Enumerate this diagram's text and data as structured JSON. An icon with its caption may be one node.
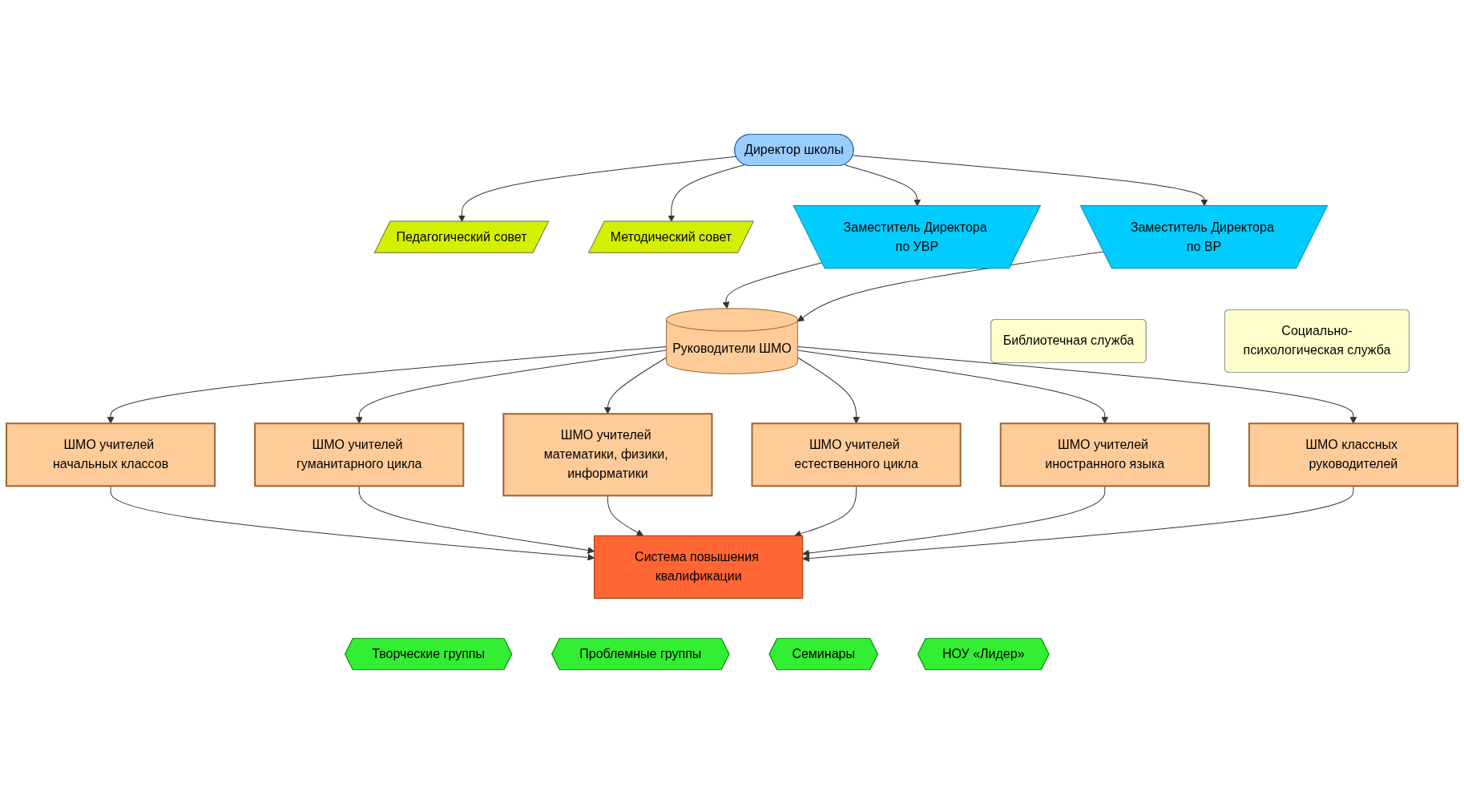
{
  "diagram": {
    "nodes": [
      {
        "text": [
          "Педагогический совет"
        ]
      },
      {
        "text": [
          "Директор школы"
        ]
      },
      {
        "text": [
          "Методический совет"
        ]
      },
      {
        "text": [
          "Библиотечная служба"
        ]
      },
      {
        "text": [
          "Заместитель Директора по УВР"
        ]
      },
      {
        "text": [
          "Руководители ШМО"
        ]
      },
      {
        "text": [
          "Заместитель Директора по ВР"
        ]
      },
      {
        "text": [
          "Социально-психологическая служба"
        ]
      },
      {
        "text": [
          "ШМО учителей начальных классов"
        ]
      },
      {
        "text": [
          "ШМО учителей гуманитарного цикла"
        ]
      },
      {
        "text": [
          "ШМО учителей математики, физики, информатики"
        ]
      },
      {
        "text": [
          "ШМО учителей естественного цикла"
        ]
      },
      {
        "text": [
          "ШМО учителей иностранного языка"
        ]
      },
      {
        "text": [
          "ШМО классных руководителей"
        ]
      },
      {
        "text": [
          "Система повышения квалификации"
        ]
      },
      {
        "text": [
          "Творческие группы"
        ]
      },
      {
        "text": [
          "Проблемные группы"
        ]
      },
      {
        "text": [
          "Семинары"
        ]
      },
      {
        "text": [
          "НОУ «Лидер»"
        ]
      }
    ],
    "edges": [
      {
        "from": 1,
        "to": 0,
        "arrow": "to"
      },
      {
        "from": 1,
        "to": 2,
        "arrow": "to"
      },
      {
        "from": 1,
        "to": 4,
        "arrow": "to"
      },
      {
        "from": 1,
        "to": 6,
        "arrow": "to"
      },
      {
        "from": 4,
        "to": 5,
        "arrow": "to"
      },
      {
        "from": 6,
        "to": 5,
        "arrow": "to"
      },
      {
        "from": 5,
        "to": 8,
        "arrow": "to"
      },
      {
        "from": 5,
        "to": 9,
        "arrow": "to"
      },
      {
        "from": 5,
        "to": 10,
        "arrow": "to"
      },
      {
        "from": 5,
        "to": 11,
        "arrow": "to"
      },
      {
        "from": 5,
        "to": 12,
        "arrow": "to"
      },
      {
        "from": 5,
        "to": 13,
        "arrow": "to"
      },
      {
        "from": 8,
        "to": 14,
        "arrow": "to"
      },
      {
        "from": 9,
        "to": 14,
        "arrow": "to"
      },
      {
        "from": 10,
        "to": 14,
        "arrow": "to"
      },
      {
        "from": 11,
        "to": 14,
        "arrow": "to"
      },
      {
        "from": 12,
        "to": 14,
        "arrow": "to"
      },
      {
        "from": 13,
        "to": 14,
        "arrow": "to"
      }
    ]
  }
}
